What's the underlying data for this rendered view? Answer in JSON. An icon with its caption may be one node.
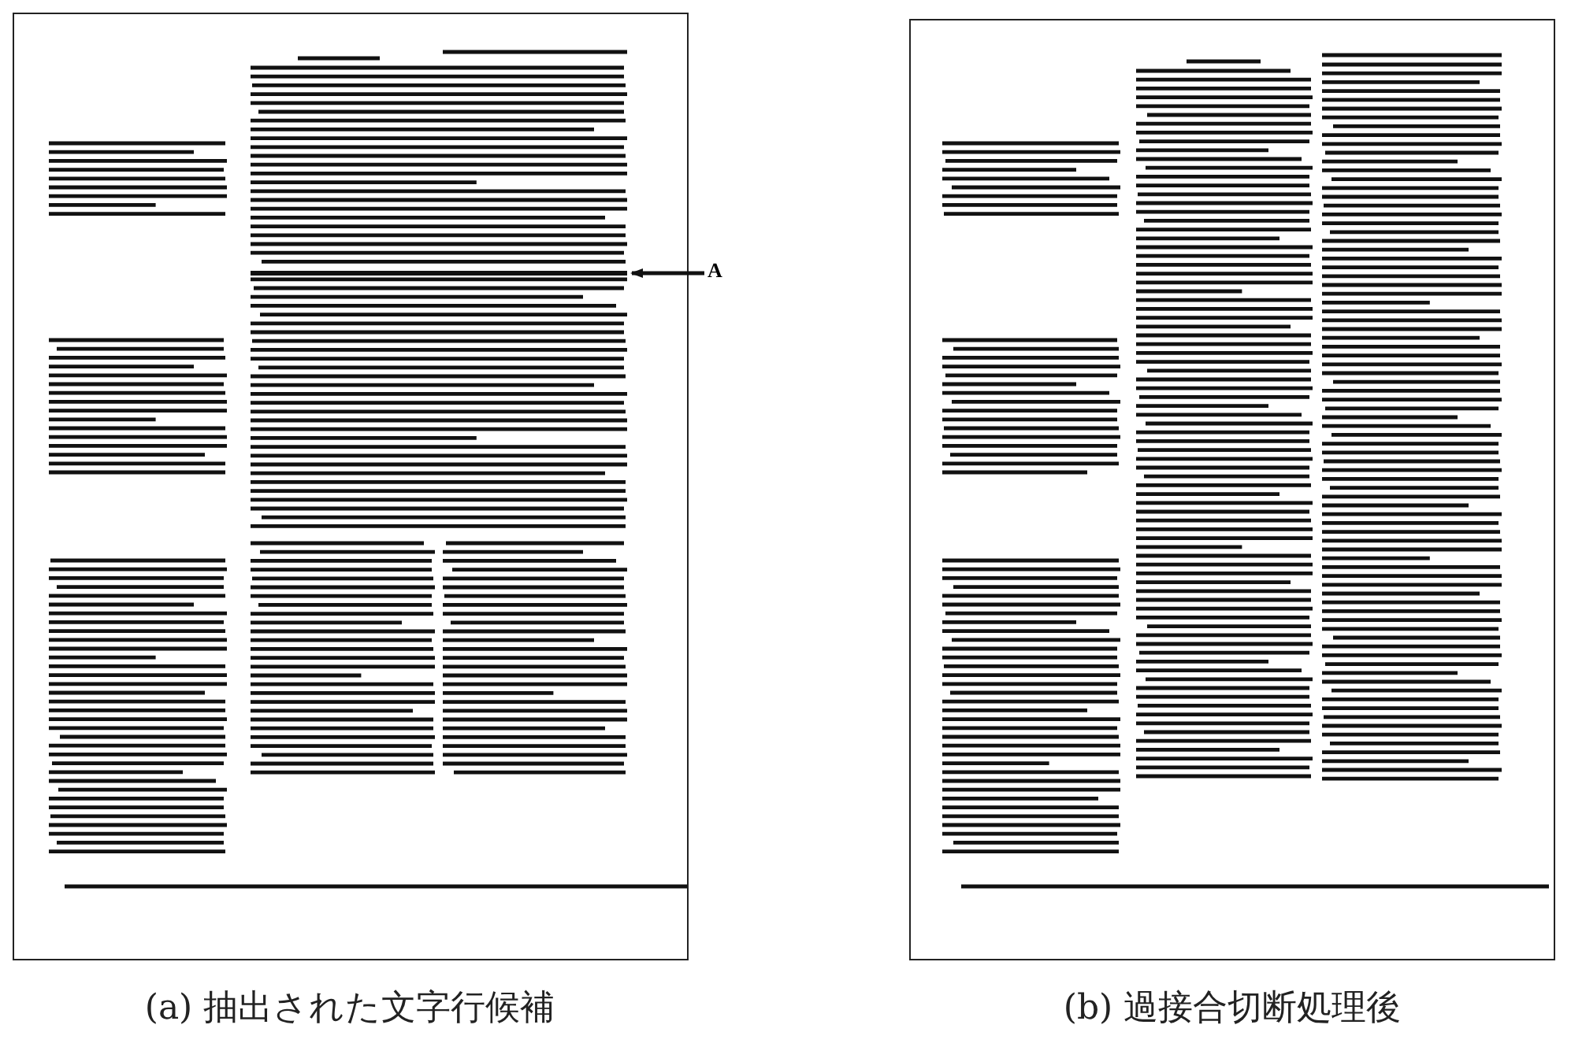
{
  "diagram": {
    "nodes": [
      {
        "text": [],
        "shape": "box",
        "beside": [
          "(a) 抽出された文字行候補"
        ]
      },
      {
        "text": [],
        "shape": "box",
        "beside": [
          "(b) 過接合切断処理後"
        ]
      },
      {
        "text": [
          "A"
        ]
      },
      {
        "text": [],
        "shape": "bar",
        "in": 0
      }
    ],
    "edges": [
      {
        "from": 2,
        "to": 3,
        "arrow": "to"
      }
    ]
  }
}
